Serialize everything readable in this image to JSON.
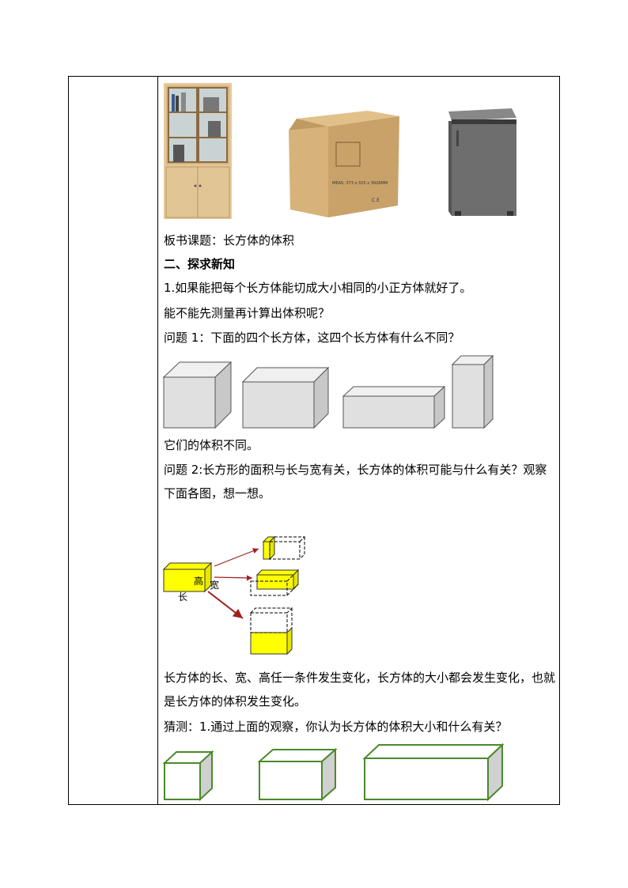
{
  "images": {
    "cabinet": "bookcase-cabinet-photo",
    "box": "cardboard-box-photo",
    "washer": "washing-machine-photo",
    "box_print": "MEAS: 373 x 315 x 3926MM"
  },
  "text": {
    "title": "板书课题：长方体的体积",
    "section": "二、探求新知",
    "p1": "1.如果能把每个长方体能切成大小相同的小正方体就好了。",
    "p2": "能不能先测量再计算出体积呢？",
    "q1": "问题 1：下面的四个长方体，这四个长方体有什么不同？",
    "a1": "它们的体积不同。",
    "q2": "问题 2:长方形的面积与长与宽有关，长方体的体积可能与什么有关？观察下面各图，想一想。",
    "c1": "长方体的长、宽、高任一条件发生变化，长方体的大小都会发生变化，也就是长方体的体积发生变化。",
    "guess": "猜测：1.通过上面的观察，你认为长方体的体积大小和什么有关？"
  },
  "diagram_labels": {
    "height": "高",
    "width": "宽",
    "length": "长"
  },
  "colors": {
    "gray_face": "#e0e0e0",
    "gray_top": "#f0f0f0",
    "gray_side": "#c8c8c8",
    "yellow": "#ffff00",
    "arrow": "#a02020",
    "green": "#4a8a2a"
  }
}
